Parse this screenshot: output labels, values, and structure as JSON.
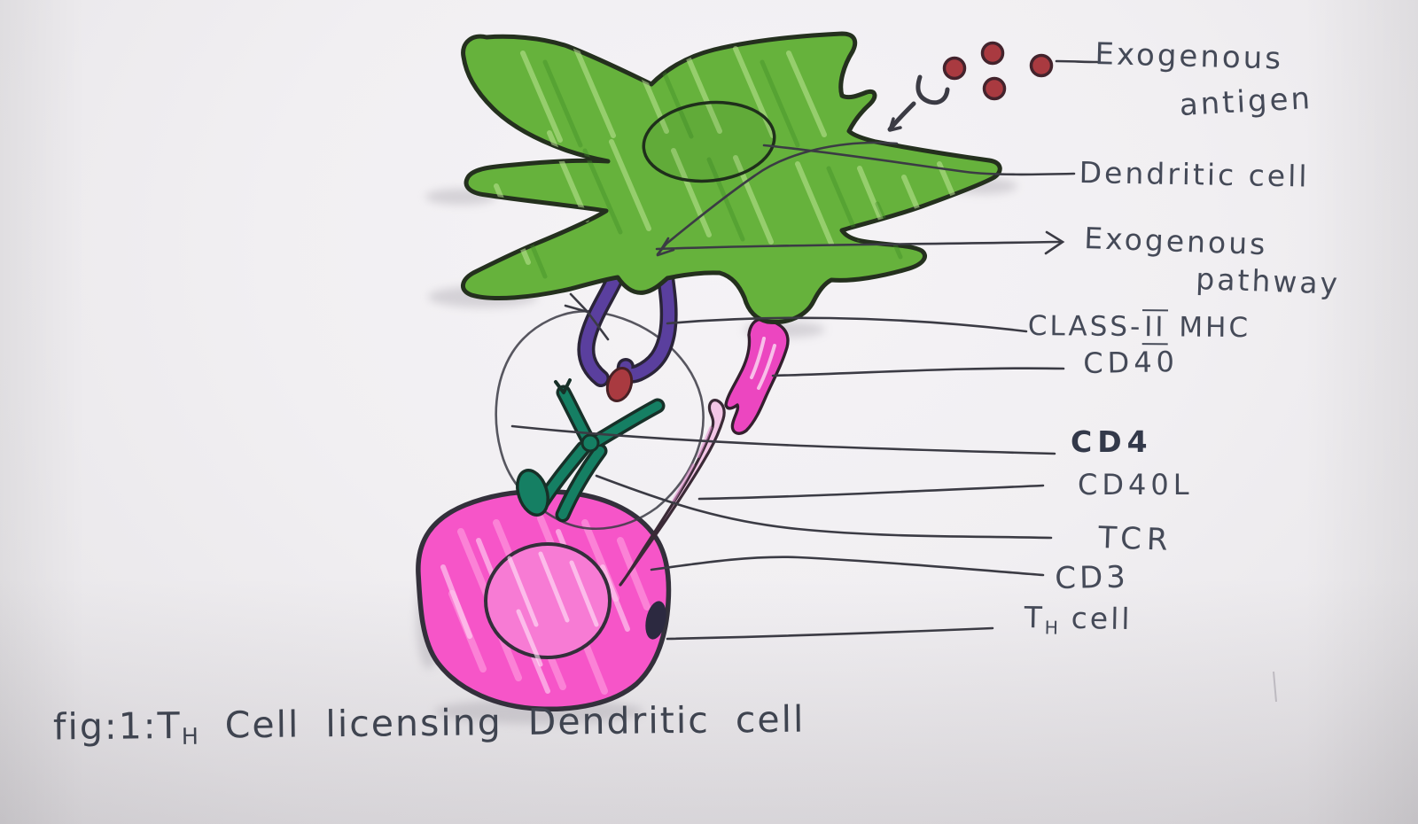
{
  "figure_type": "hand-drawn immunology diagram",
  "caption": {
    "prefix": "fig:1:T",
    "sub": "H",
    "suffix": " Cell licensing Dendritic cell"
  },
  "labels": {
    "exogenous_antigen": {
      "line1": "Exogenous",
      "line2": "antigen"
    },
    "dendritic_cell": "Dendritic cell",
    "exogenous_pathway": {
      "line1": "Exogenous",
      "line2": "pathway"
    },
    "class_ii_mhc": {
      "prefix": "CLASS-",
      "numeral": "II",
      "suffix": " MHC"
    },
    "cd40": "CD40",
    "cd4": "CD4",
    "cd40l": "CD40L",
    "tcr": "TCR",
    "cd3": "CD3",
    "th_cell": {
      "prefix": "T",
      "sub": "H",
      "suffix": " cell"
    }
  },
  "antigen": {
    "dot_count": 4
  },
  "colors": {
    "paper": "#f0eef1",
    "ink": "#3b3b44",
    "handwriting": "#454a58",
    "dendritic_fill": "#66b23c",
    "dendritic_outline": "#24301e",
    "mhc_purple": "#5a3f9e",
    "antigen_red": "#a93a40",
    "tcr_teal": "#157f63",
    "cd40_pink": "#ec46c0",
    "cd40l_pink": "#f3c6e6",
    "th_fill": "#f655c8",
    "th_nucleus": "#f77bd4"
  }
}
